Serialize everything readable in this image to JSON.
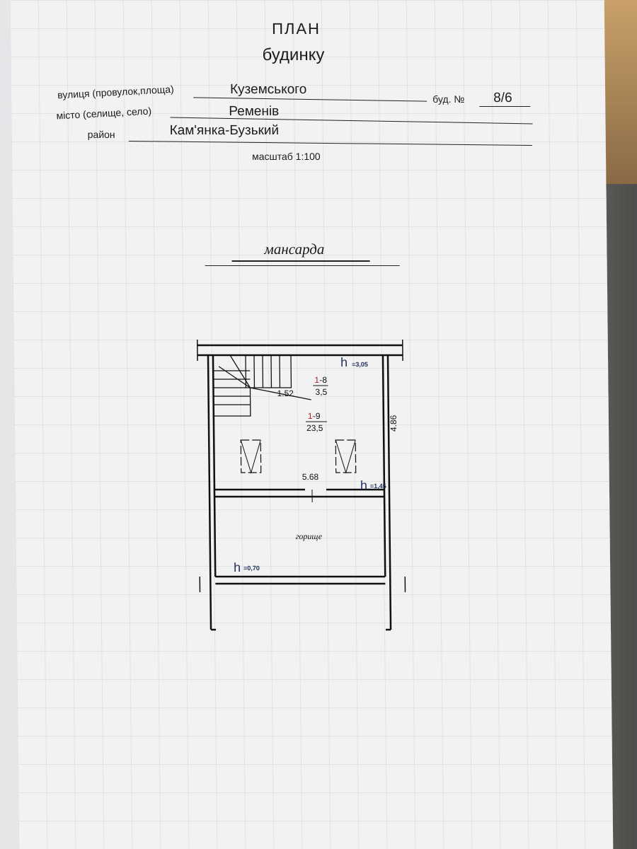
{
  "header": {
    "title": "ПЛАН",
    "subtitle": "будинку"
  },
  "fields": {
    "street_label": "вулиця (провулок,площа)",
    "street_value": "Куземського",
    "building_label": "буд. №",
    "building_value": "8/6",
    "city_label": "місто (селище, село)",
    "city_value": "Ременів",
    "district_label": "район",
    "district_value": "Кам'янка-Бузький",
    "scale": "масштаб 1:100"
  },
  "floor": {
    "name": "мансарда"
  },
  "plan": {
    "height_top": "=3,05",
    "height_mid": "=1,45",
    "height_attic": "=0,70",
    "h": "h",
    "room_8_id_prefix": "1",
    "room_8_id_suffix": "-8",
    "room_8_area": "3,5",
    "room_9_id_prefix": "1",
    "room_9_id_suffix": "-9",
    "room_9_area": "23,5",
    "dim_stair": "1.52",
    "dim_width": "5.68",
    "dim_depth": "4.86",
    "attic_label": "горище"
  }
}
